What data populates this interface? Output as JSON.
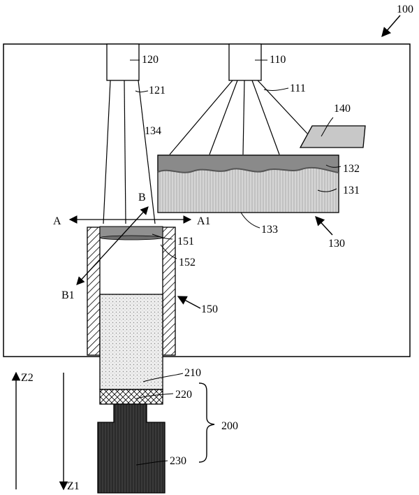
{
  "labels": {
    "system": "100",
    "emitter_110": "110",
    "beam_111": "111",
    "emitter_120": "120",
    "beam_121": "121",
    "target_130": "130",
    "layer_131": "131",
    "layer_132": "132",
    "surface_133": "133",
    "edge_134": "134",
    "plate_140": "140",
    "sleeve_150": "150",
    "layer_151": "151",
    "cavity_152": "152",
    "assembly_200": "200",
    "material_210": "210",
    "mesh_220": "220",
    "block_230": "230",
    "axis_a": "A",
    "axis_a1": "A1",
    "axis_b": "B",
    "axis_b1": "B1",
    "dir_z1": "Z1",
    "dir_z2": "Z2"
  },
  "colors": {
    "stroke": "#000000",
    "layer_132_fill": "#8a8a8a",
    "layer_131_fill": "#cfcfcf",
    "layer_151_fill": "#909090",
    "plate_140_fill": "#c8c8c8",
    "material_210_fill": "#e4e4e4",
    "block_230_fill": "#3a3a3a"
  }
}
